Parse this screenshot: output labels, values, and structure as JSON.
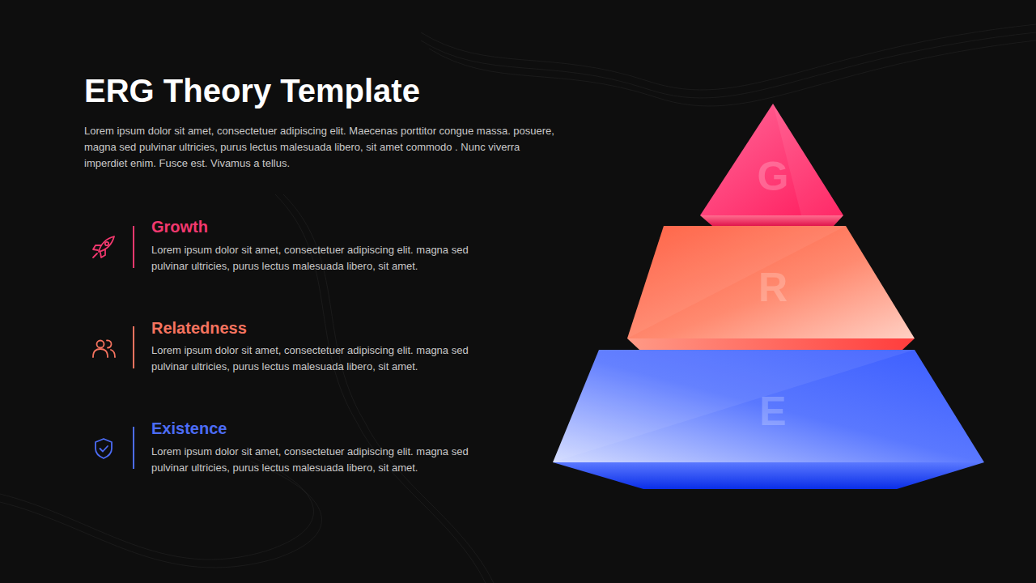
{
  "diagram": {
    "title": "ERG Theory Template",
    "nodes": [
      {
        "text": [
          "G"
        ]
      },
      {
        "text": [
          "R"
        ]
      },
      {
        "text": [
          "E"
        ]
      }
    ],
    "labels": [
      "Lorem ipsum dolor sit amet, consectetuer adipiscing elit. Maecenas porttitor congue massa. posuere, magna sed pulvinar ultricies, purus lectus malesuada libero, sit amet commodo . Nunc viverra imperdiet enim. Fusce est. Vivamus a tellus.",
      "Growth",
      "Lorem ipsum dolor sit amet, consectetuer adipiscing elit. magna sed pulvinar ultricies, purus lectus malesuada libero, sit amet.",
      "Relatedness",
      "Lorem ipsum dolor sit amet, consectetuer adipiscing elit. magna sed pulvinar ultricies, purus lectus malesuada libero, sit amet.",
      "Existence",
      "Lorem ipsum dolor sit amet, consectetuer adipiscing elit. magna sed pulvinar ultricies, purus lectus malesuada libero, sit amet."
    ]
  }
}
